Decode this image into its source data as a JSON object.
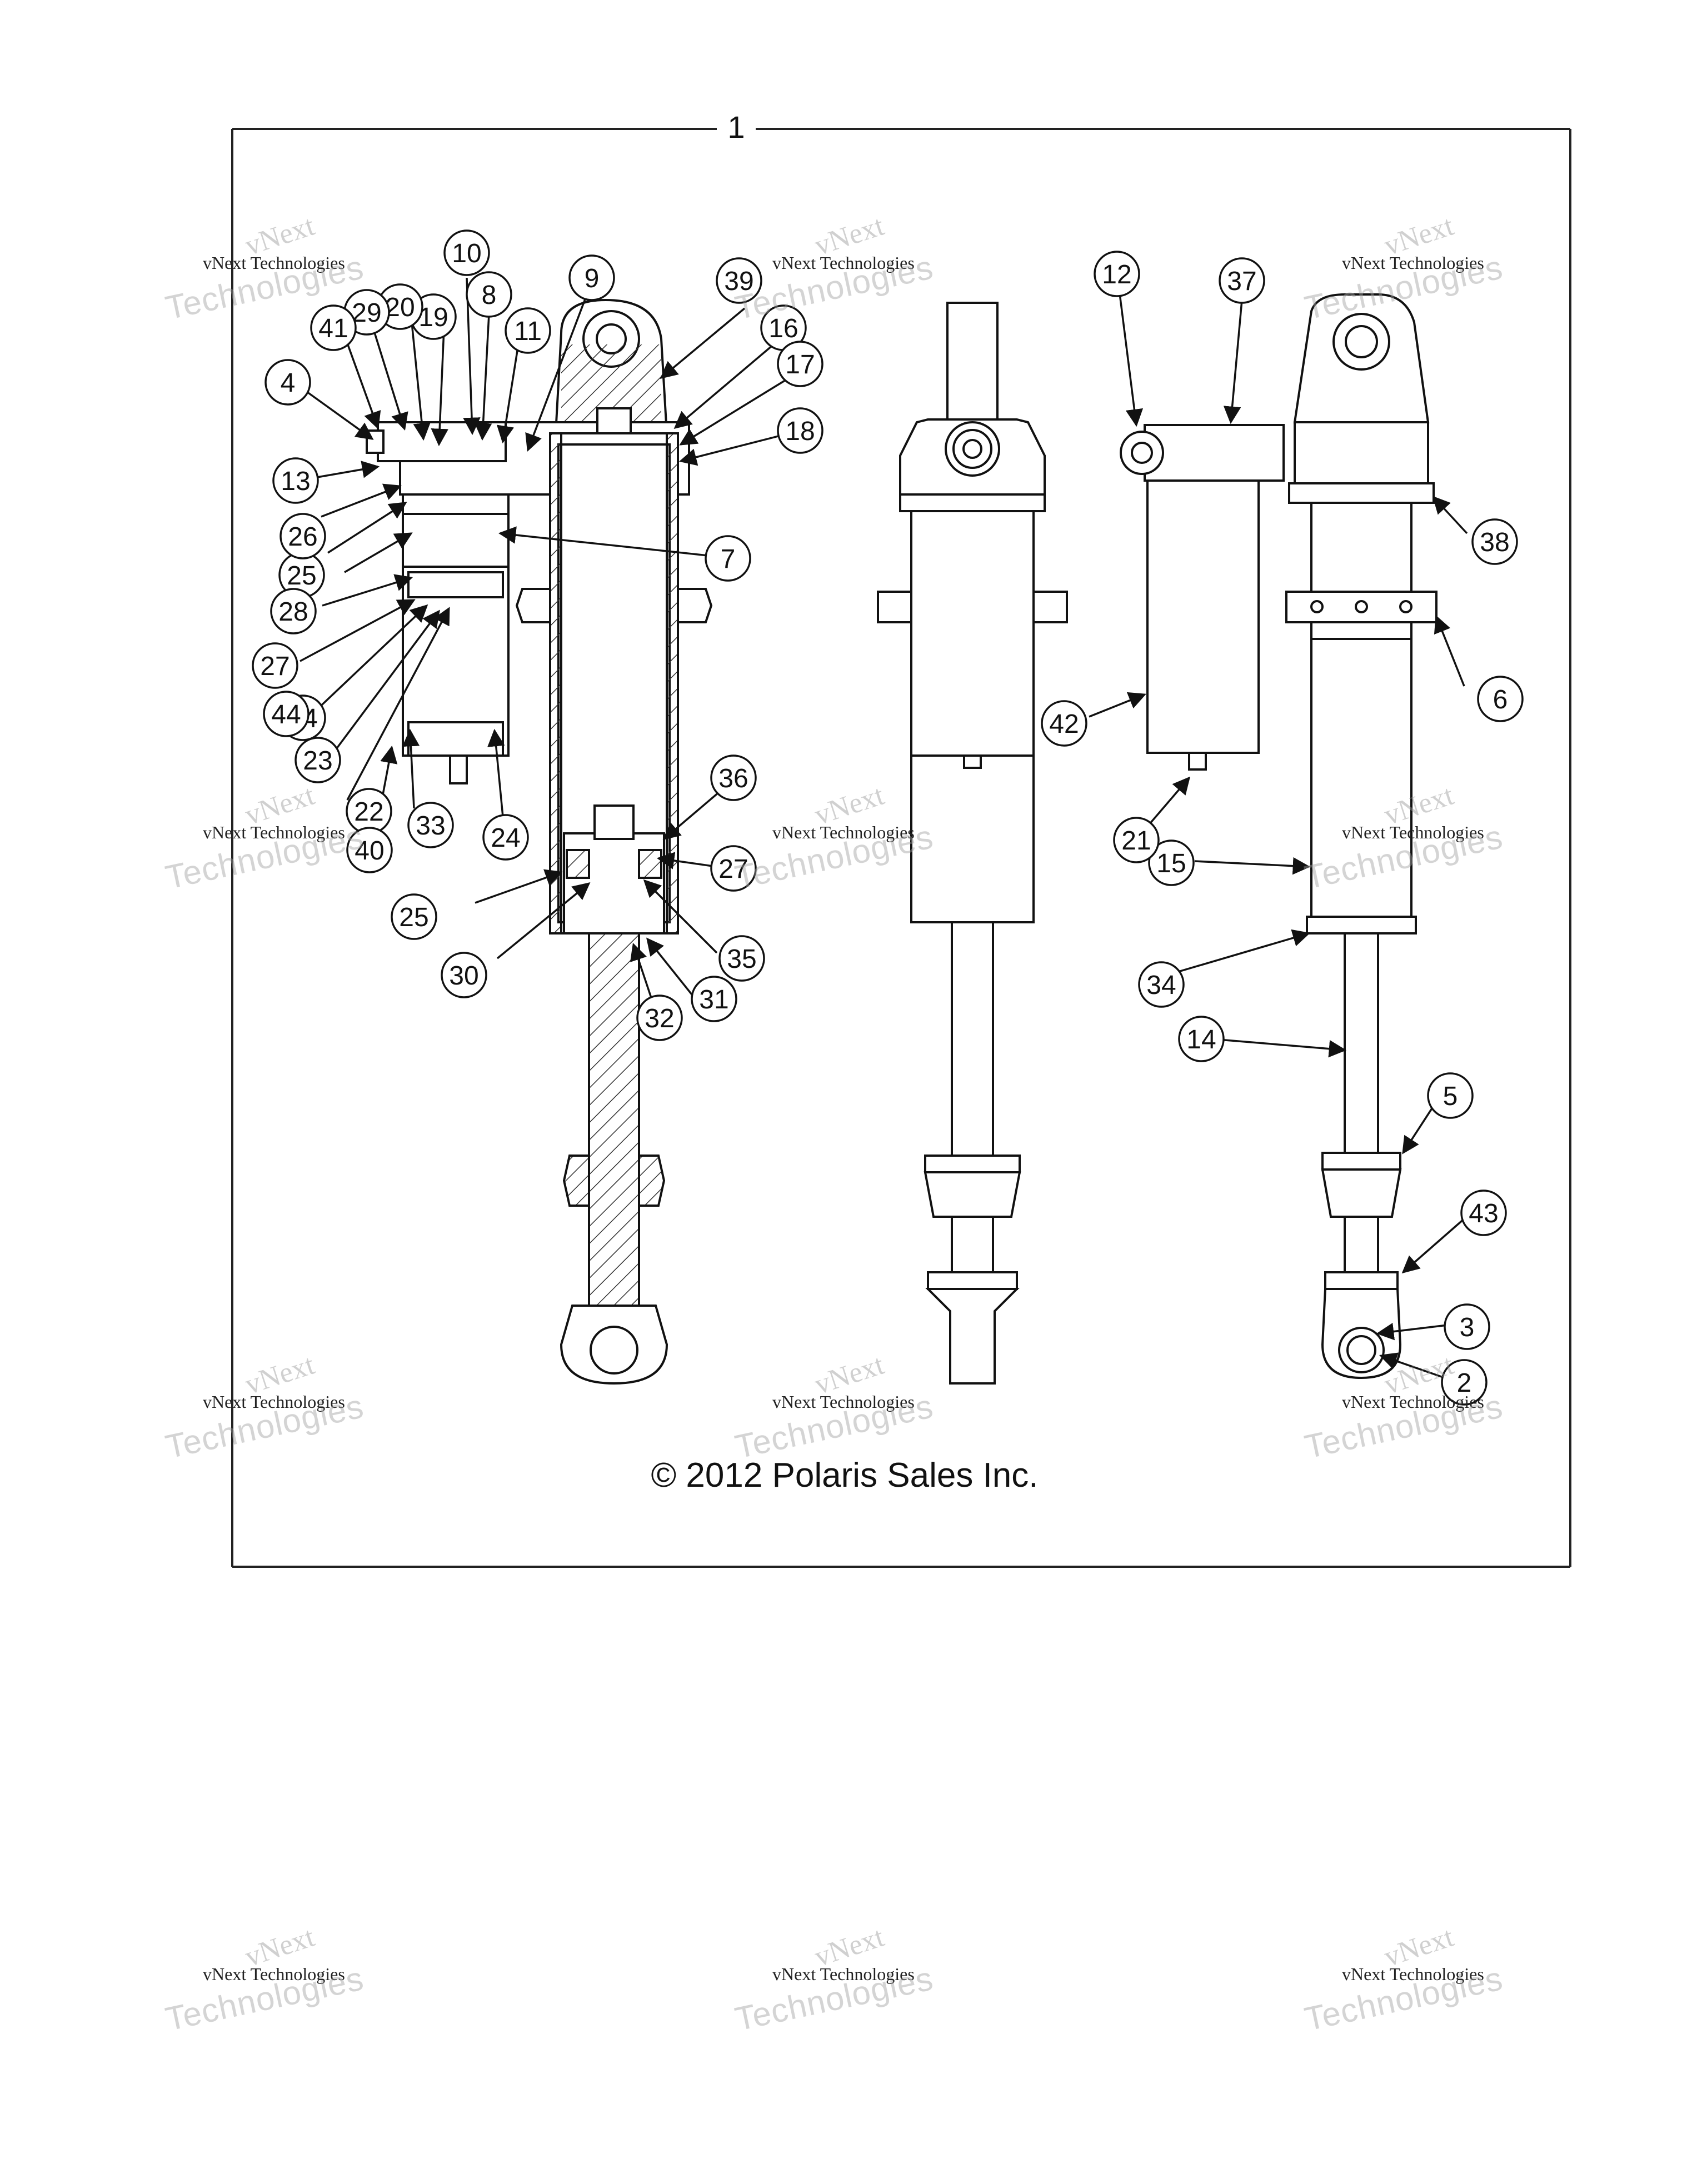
{
  "assembly_label": "1",
  "copyright": "© 2012 Polaris Sales Inc.",
  "watermark": {
    "line1": "vNext",
    "line2": "vNext Technologies",
    "line3": "Technologies"
  },
  "callouts": [
    "2",
    "3",
    "4",
    "5",
    "6",
    "7",
    "8",
    "9",
    "10",
    "11",
    "12",
    "13",
    "14",
    "15",
    "16",
    "17",
    "18",
    "19",
    "20",
    "21",
    "22",
    "23",
    "24",
    "24",
    "25",
    "25",
    "26",
    "27",
    "27",
    "28",
    "29",
    "30",
    "31",
    "32",
    "33",
    "34",
    "35",
    "36",
    "37",
    "38",
    "39",
    "40",
    "41",
    "42",
    "43",
    "44"
  ],
  "colors": {
    "line": "#111111",
    "background": "#ffffff"
  }
}
